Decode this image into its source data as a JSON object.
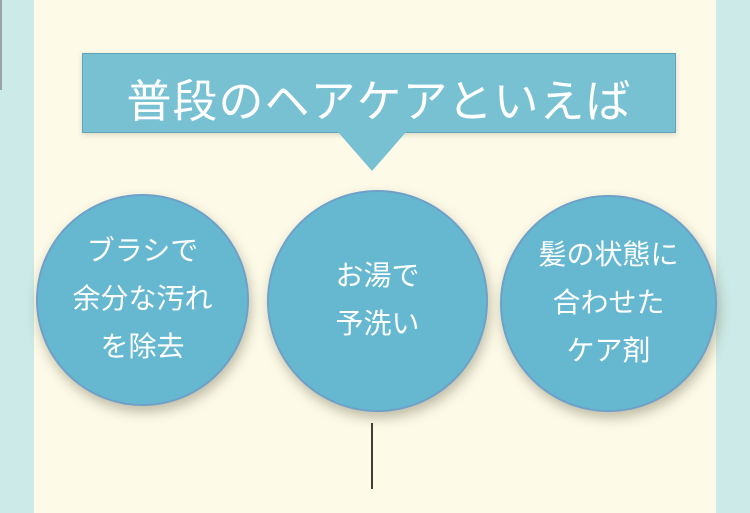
{
  "banner": {
    "label": "普段のヘアケアといえば"
  },
  "bubbles": [
    {
      "lines": [
        "ブラシで",
        "余分な汚れ",
        "を除去"
      ]
    },
    {
      "lines": [
        "お湯で",
        "予洗い"
      ]
    },
    {
      "lines": [
        "髪の状態に",
        "合わせた",
        "ケア剤"
      ]
    }
  ],
  "colors": {
    "background": "#fdfbe8",
    "side_bars": "#cceae7",
    "banner_fill": "#78c1d3",
    "banner_border": "#5f9fb8",
    "bubble_fill": "#66b8d1",
    "bubble_border": "#6f9fc8",
    "text": "#ffffff",
    "connector_line": "#3f3f38"
  }
}
